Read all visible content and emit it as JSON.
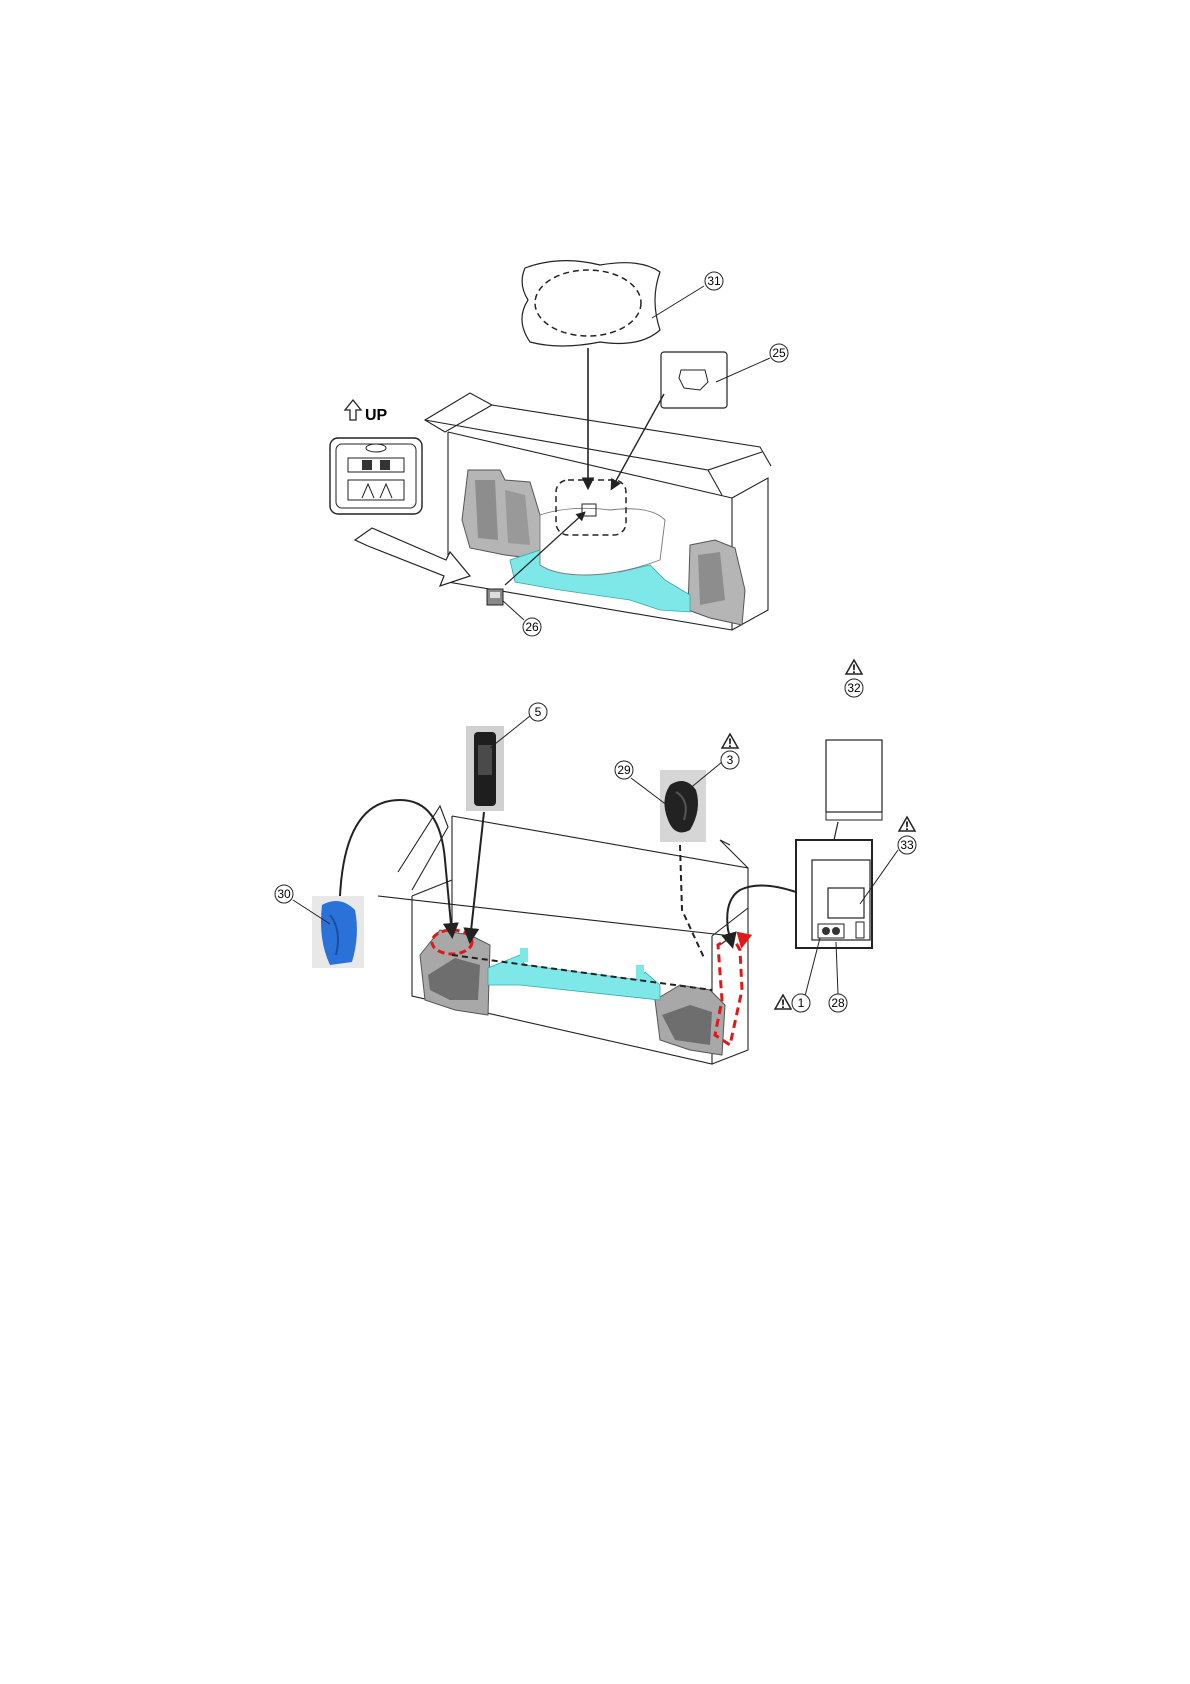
{
  "upper_figure": {
    "orientation_label": "UP",
    "callouts": {
      "c31": "31",
      "c25": "25",
      "c26": "26"
    }
  },
  "lower_figure": {
    "callouts": {
      "c5": "5",
      "c29": "29",
      "c3": "3",
      "c30": "30",
      "c32": "32",
      "c33": "33",
      "c1": "1",
      "c28": "28"
    },
    "warning_mark": "!"
  },
  "colors": {
    "outline": "#222222",
    "cushion_fill": "#7ee8e8",
    "foam_grey": "#9a9a9a",
    "bag_blue": "#2b72d8",
    "highlight_red": "#e01818"
  }
}
